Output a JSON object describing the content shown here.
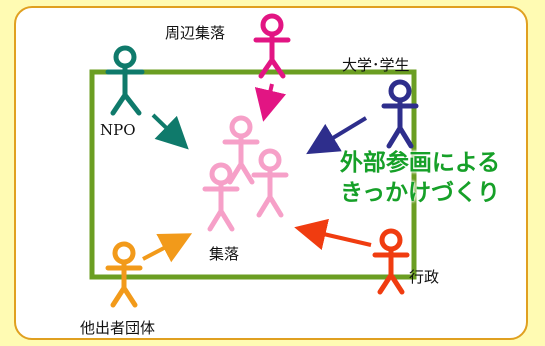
{
  "colors": {
    "background": "#fffbb3",
    "panel_border": "#e0a020",
    "frame": "#6b9e22",
    "callout": "#16a028",
    "npo": "#0f7a6b",
    "neighbor": "#e21583",
    "university": "#2e2e8c",
    "community": "#f6a0c8",
    "government": "#f03c10",
    "other": "#f29a1a"
  },
  "icons": [
    "stick-figure-npo",
    "stick-figure-neighbor",
    "stick-figure-university",
    "stick-figure-community",
    "stick-figure-government",
    "stick-figure-other"
  ],
  "labels": {
    "neighboring_settlements": "周辺集落",
    "university_students": "大学･学生",
    "npo": "NPO",
    "settlement": "集落",
    "government": "行政",
    "other_groups": "他出者団体"
  },
  "callout": {
    "line1": "外部参画による",
    "line2": "きっかけづくり"
  }
}
